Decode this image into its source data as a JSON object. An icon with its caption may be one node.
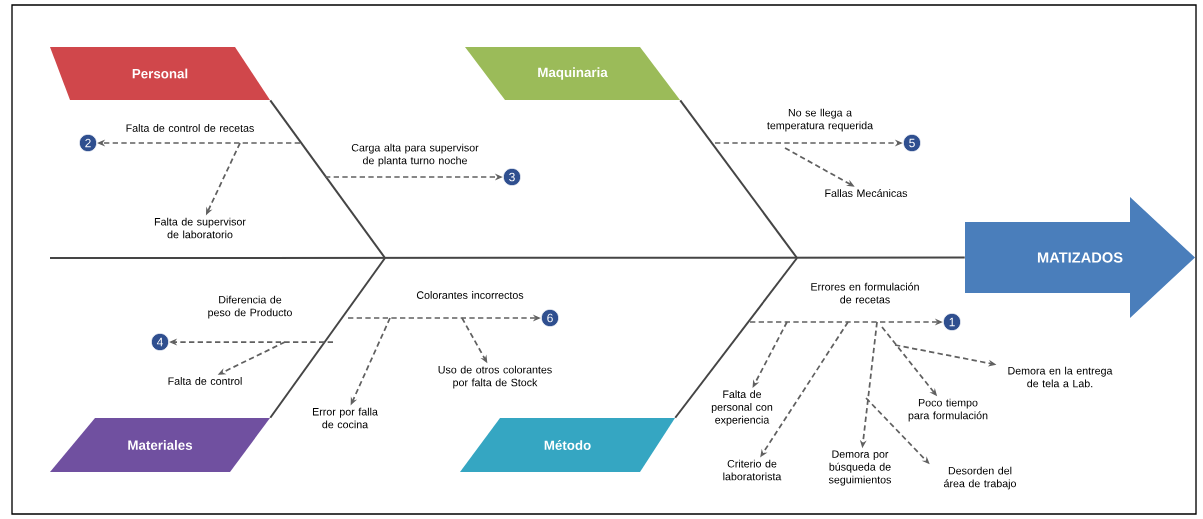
{
  "diagram": {
    "nodes": [
      {
        "text": [
          "Personal"
        ]
      },
      {
        "text": [
          "Maquinaria"
        ]
      },
      {
        "text": [
          "2"
        ]
      },
      {
        "text": [
          "3"
        ]
      },
      {
        "text": [
          "5"
        ]
      },
      {
        "text": [
          "Falta de supervisor de laboratorio"
        ]
      },
      {
        "text": [
          "Fallas Mecánicas"
        ]
      },
      {
        "text": [
          "MATIZADOS"
        ]
      },
      {
        "text": [
          "4"
        ]
      },
      {
        "text": [
          "6"
        ]
      },
      {
        "text": [
          "1"
        ]
      },
      {
        "text": [
          "Falta de control"
        ]
      },
      {
        "text": [
          "Uso de otros colorantes por falta de Stock"
        ]
      },
      {
        "text": [
          "Demora en la entrega de tela a Lab."
        ]
      },
      {
        "text": [
          "Falta de personal con experiencia"
        ]
      },
      {
        "text": [
          "Poco tiempo para formulación"
        ]
      },
      {
        "text": [
          "Error por falla de cocina"
        ]
      },
      {
        "text": [
          "Materiales"
        ]
      },
      {
        "text": [
          "Método"
        ]
      },
      {
        "text": [
          "Demora por búsqueda de seguimientos"
        ]
      },
      {
        "text": [
          "Criterio de laboratorista"
        ]
      },
      {
        "text": [
          "Desorden del área de trabajo"
        ]
      }
    ],
    "edges": [
      {
        "from": 0,
        "to": null,
        "arrow": "none"
      },
      {
        "from": 1,
        "to": null,
        "arrow": "none"
      },
      {
        "from": 17,
        "to": null,
        "arrow": "none"
      },
      {
        "from": 18,
        "to": null,
        "arrow": "none"
      },
      {
        "from": null,
        "to": 7,
        "arrow": "none"
      },
      {
        "from": null,
        "to": 2,
        "arrow": "to",
        "style": "dashed",
        "label": "Falta de control de recetas"
      },
      {
        "from": null,
        "to": 5,
        "arrow": "to",
        "style": "dashed"
      },
      {
        "from": null,
        "to": 3,
        "arrow": "to",
        "style": "dashed",
        "label": "Carga alta para supervisor de planta turno noche"
      },
      {
        "from": null,
        "to": 4,
        "arrow": "to",
        "style": "dashed",
        "label": "No se llega a temperatura requerida"
      },
      {
        "from": null,
        "to": 6,
        "arrow": "to",
        "style": "dashed"
      },
      {
        "from": null,
        "to": 8,
        "arrow": "to",
        "style": "dashed",
        "label": "Diferencia de peso de Producto"
      },
      {
        "from": null,
        "to": 11,
        "arrow": "to",
        "style": "dashed"
      },
      {
        "from": null,
        "to": 9,
        "arrow": "to",
        "style": "dashed",
        "label": "Colorantes incorrectos"
      },
      {
        "from": null,
        "to": 16,
        "arrow": "to",
        "style": "dashed"
      },
      {
        "from": null,
        "to": 12,
        "arrow": "to",
        "style": "dashed"
      },
      {
        "from": null,
        "to": 10,
        "arrow": "to",
        "style": "dashed",
        "label": "Errores en formulación de recetas"
      },
      {
        "from": null,
        "to": 14,
        "arrow": "to",
        "style": "dashed"
      },
      {
        "from": null,
        "to": 20,
        "arrow": "to",
        "style": "dashed"
      },
      {
        "from": null,
        "to": 19,
        "arrow": "to",
        "style": "dashed"
      },
      {
        "from": null,
        "to": 15,
        "arrow": "to",
        "style": "dashed"
      },
      {
        "from": null,
        "to": 13,
        "arrow": "to",
        "style": "dashed"
      },
      {
        "from": null,
        "to": 21,
        "arrow": "to",
        "style": "dashed"
      }
    ]
  }
}
